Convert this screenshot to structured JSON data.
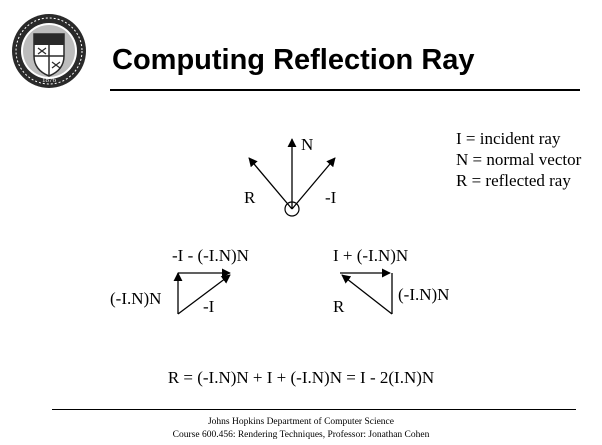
{
  "title": "Computing Reflection Ray",
  "seal": {
    "icon": "university-seal-icon",
    "year": "1876"
  },
  "legend": [
    "I  = incident ray",
    "N = normal vector",
    "R = reflected ray"
  ],
  "top_diagram": {
    "n_label": "N",
    "r_label": "R",
    "neg_i_label": "-I"
  },
  "left_diagram": {
    "top_label": "-I - (-I.N)N",
    "side_label": "(-I.N)N",
    "diag_label": "-I"
  },
  "right_diagram": {
    "top_label": "I + (-I.N)N",
    "r_label": "R",
    "side_label": "(-I.N)N"
  },
  "formula": "R = (-I.N)N + I + (-I.N)N = I - 2(I.N)N",
  "footer": {
    "line1": "Johns Hopkins Department of Computer Science",
    "line2": "Course 600.456: Rendering Techniques, Professor: Jonathan Cohen"
  },
  "colors": {
    "text": "#000000",
    "seal": "#2a2a2a",
    "background": "#ffffff"
  }
}
